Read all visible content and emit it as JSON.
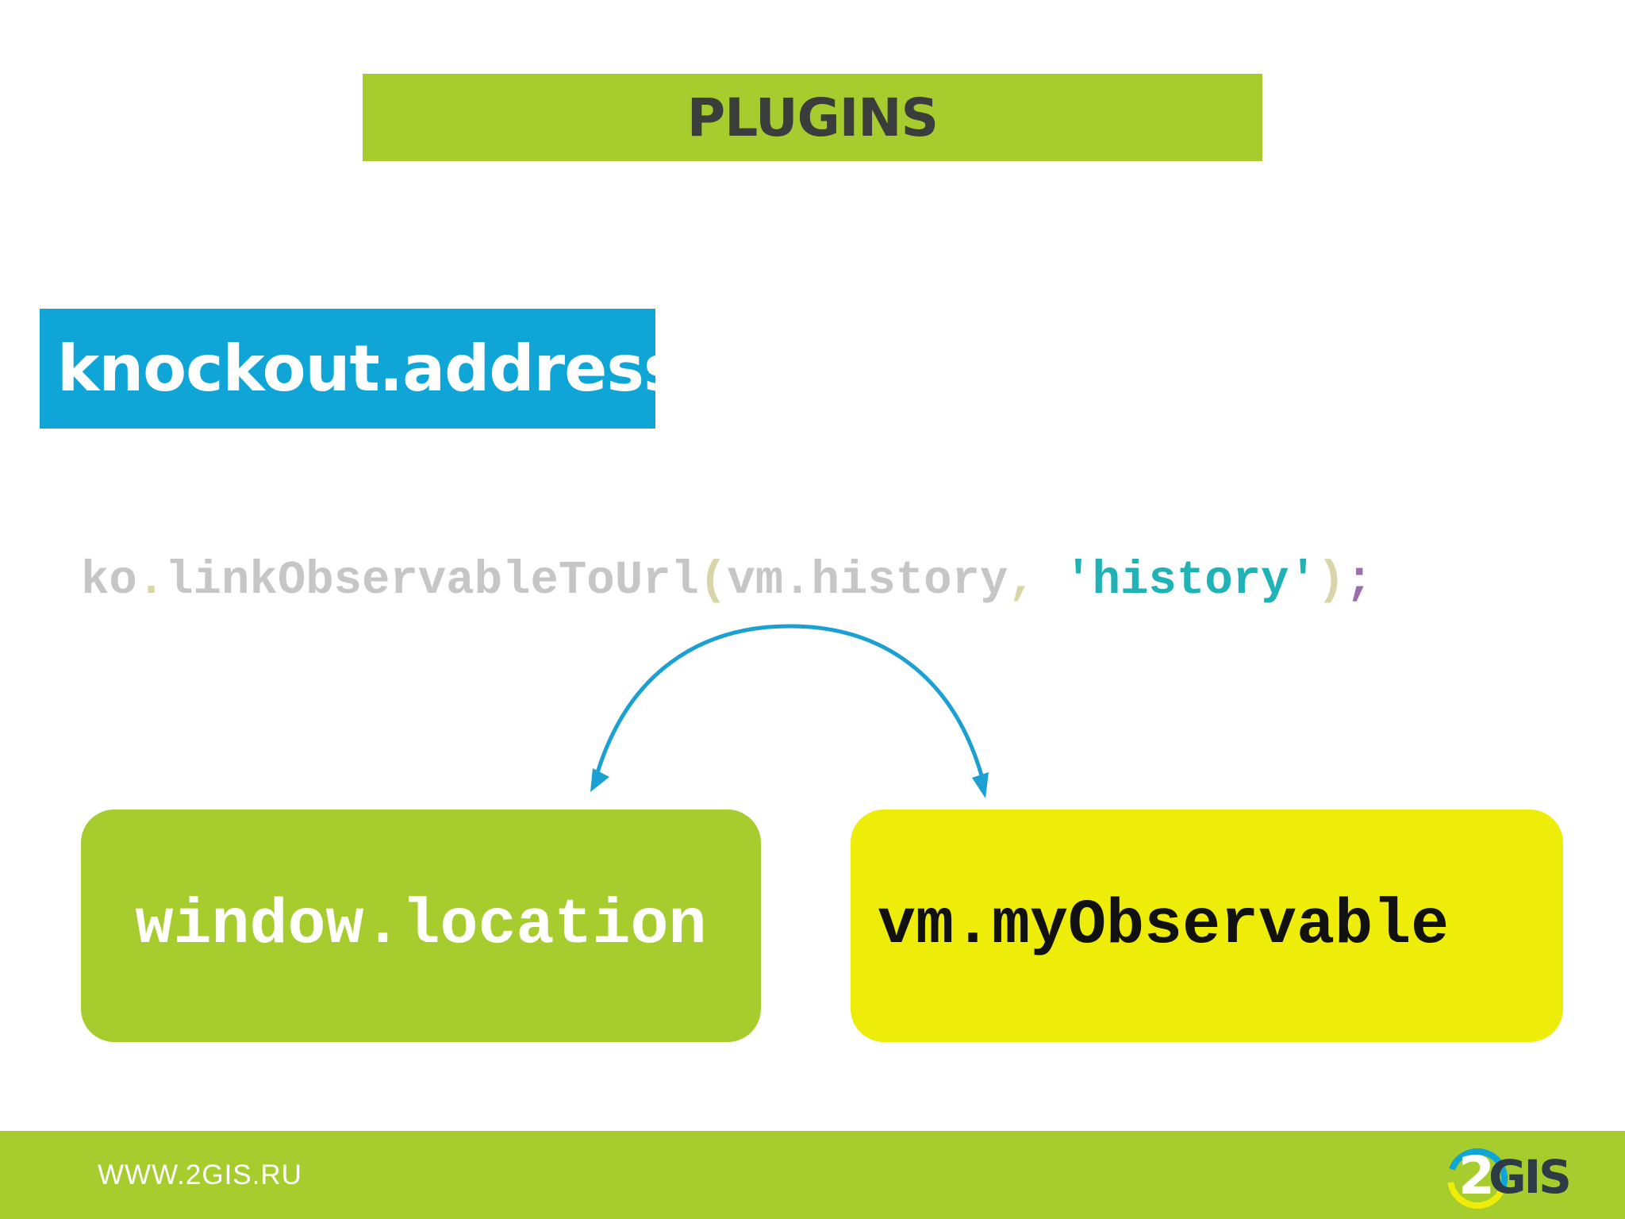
{
  "slide": {
    "title": "PLUGINS",
    "plugin_name": "knockout.address"
  },
  "code": {
    "ident_ko": "ko",
    "dot1": ".",
    "func": "linkObservableToUrl",
    "paren_open": "(",
    "arg1": "vm.history",
    "comma": ",",
    "space": " ",
    "arg2": "'history'",
    "paren_close": ")",
    "semicolon": ";"
  },
  "diagram": {
    "left_box": "window.location",
    "right_box": "vm.myObservable",
    "arrow_direction": "bidirectional"
  },
  "footer": {
    "url": "WWW.2GIS.RU",
    "logo_text": "GIS",
    "logo_numeral": "2"
  },
  "colors": {
    "green": "#a6cc2e",
    "blue": "#0fa5d6",
    "yellow": "#eded09",
    "title_text": "#3a3d3b"
  }
}
